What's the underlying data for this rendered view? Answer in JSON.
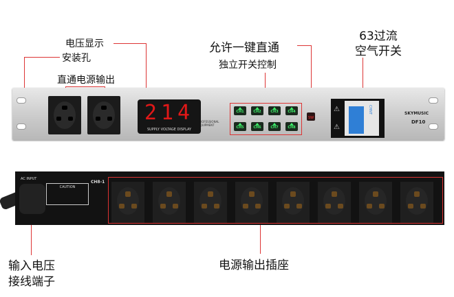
{
  "labels": {
    "voltage_display": "电压显示",
    "mounting_hole": "安装孔",
    "direct_output": "直通电源输出",
    "one_key_bypass": "允许一键直通",
    "independent_switch": "独立开关控制",
    "breaker_line1": "63过流",
    "breaker_line2": "空气开关",
    "input_line1": "输入电压",
    "input_line2": "接线端子",
    "output_sockets": "电源输出插座"
  },
  "front_panel": {
    "display_value": "214",
    "display_caption": "SUPPLY VOLTAGE DISPLAY",
    "professional": "PROFESSIONAL EQUIPMENT",
    "channels": [
      "CH1",
      "CH2",
      "CH3",
      "CH4",
      "CH5",
      "CH6",
      "CH7",
      "CH8"
    ],
    "sw_label": "SW",
    "brand": "SKYMUSIC",
    "model": "DF10",
    "breaker_brand": "CHNT"
  },
  "rear_panel": {
    "ac_input": "AC INPUT",
    "channel_range": "CH8-1",
    "caution": "CAUTION"
  },
  "colors": {
    "accent_line": "#dd3333",
    "channel_led": "#3ef06a",
    "display_digits": "#e01818",
    "breaker": "#2f7fd6"
  }
}
